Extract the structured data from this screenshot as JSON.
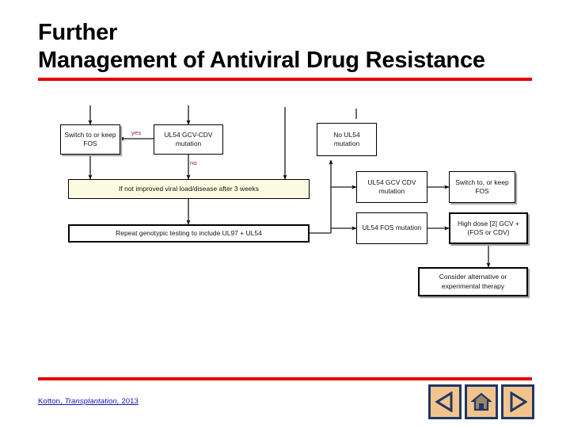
{
  "slide": {
    "title_line1": "Further",
    "title_line2": "Management of Antiviral Drug Resistance",
    "accent_color": "#e60000",
    "citation_author": "Kotton,",
    "citation_journal": "Transplantation,",
    "citation_year": "2013"
  },
  "diagram": {
    "nodes": {
      "switch_keep_fos_top": "Switch to or keep FOS",
      "ul54_gcv_cdv_top": "UL54 GCV-CDV mutation",
      "no_ul54_mutation": "No UL54 mutation",
      "not_improved": "If not improved viral load/disease after 3 weeks",
      "repeat_genotypic": "Repeat genotypic testing to include UL97 + UL54",
      "ul54_gcv_cdv_right": "UL54  GCV CDV mutation",
      "ul54_fos_right": "UL54 FOS mutation",
      "switch_keep_fos_right": "Switch to, or keep FOS",
      "high_dose_gcv": "High dose [2] GCV + (FOS or CDV)",
      "consider_alternative": "Consider alternative or experimental therapy"
    },
    "edge_labels": {
      "yes": "yes",
      "no": "no"
    },
    "colors": {
      "node_fill": "#ffffff",
      "highlight_fill": "#fbfbe2",
      "edge_label": "#8c1b1b",
      "stroke": "#000000"
    }
  },
  "nav": {
    "prev_label": "Previous slide",
    "home_label": "Home",
    "next_label": "Next slide",
    "button_fill": "#f2c48c",
    "button_border": "#1f3864"
  }
}
